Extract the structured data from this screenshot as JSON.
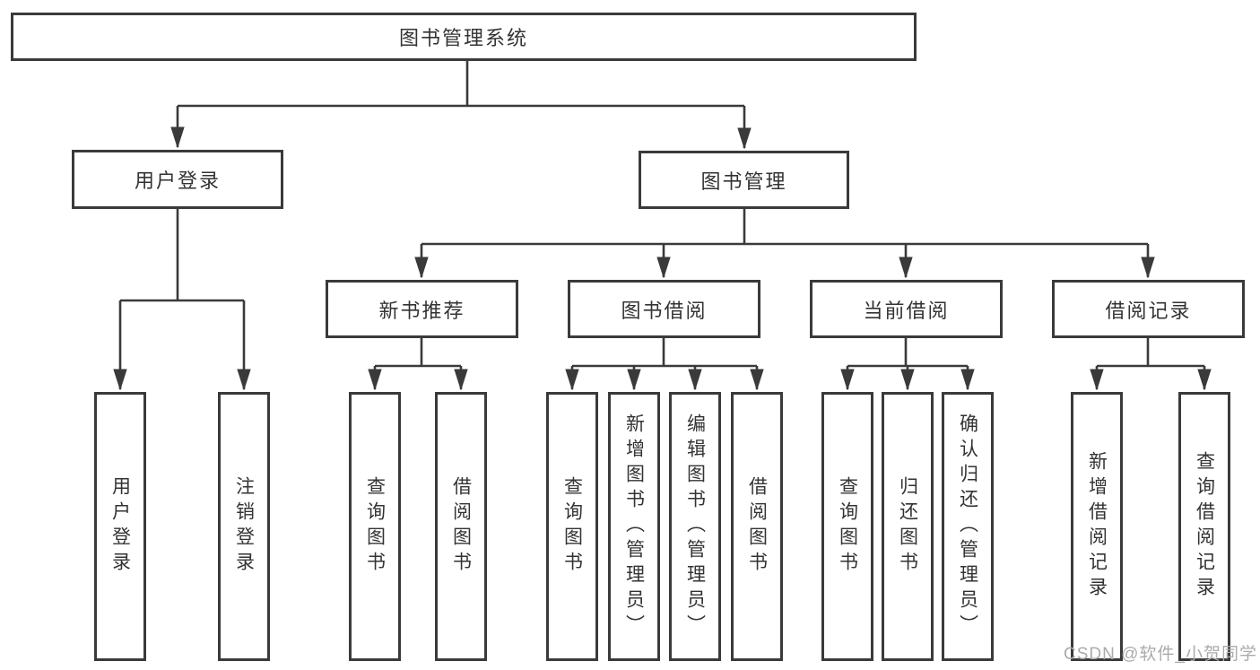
{
  "diagram": {
    "title_node": "图书管理系统",
    "level2": {
      "user_login": "用户登录",
      "book_mgmt": "图书管理"
    },
    "level3": {
      "new_book_rec": "新书推荐",
      "book_borrow": "图书借阅",
      "current_borrow": "当前借阅",
      "borrow_record": "借阅记录"
    },
    "leaves": {
      "user_login": "用户登录",
      "logout": "注销登录",
      "query_book_rec": "查询图书",
      "borrow_book_rec": "借阅图书",
      "query_book_borrow": "查询图书",
      "add_book_admin": "新增图书（管理员）",
      "edit_book_admin": "编辑图书（管理员）",
      "borrow_book_borrow": "借阅图书",
      "query_book_current": "查询图书",
      "return_book": "归还图书",
      "confirm_return_admin": "确认归还（管理员）",
      "add_borrow_record": "新增借阅记录",
      "query_borrow_record": "查询借阅记录"
    }
  },
  "watermark": {
    "text": "CSDN @软件_小贺同学"
  },
  "colors": {
    "line": "#3a3a3a",
    "text": "#333333",
    "background": "#ffffff",
    "watermark": "#ababab"
  }
}
